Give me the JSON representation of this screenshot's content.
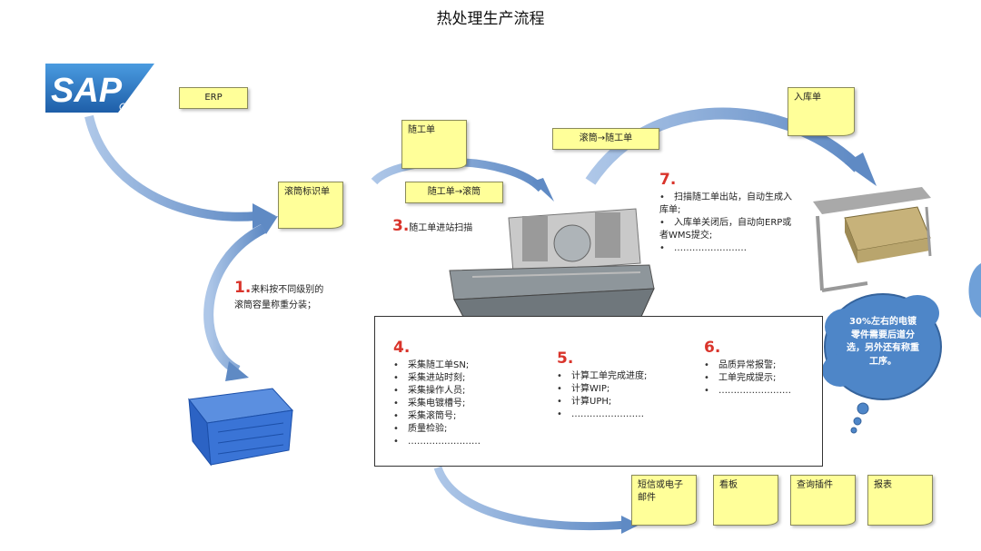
{
  "title": "热处理生产流程",
  "notes": {
    "erp": "ERP",
    "carrier_label": "滚筒标识单",
    "follow_card": "随工单",
    "follow_to_drum": "随工单→滚筒",
    "drum_to_follow": "滚筒→随工单",
    "warehouse_slip": "入库单",
    "sms": "短信或电子邮件",
    "kanban": "看板",
    "query_plugin": "查询插件",
    "report": "报表"
  },
  "steps": {
    "s1": {
      "num": "1.",
      "text": "来料按不同级别的滚筒容量称重分装；"
    },
    "s3": {
      "num": "3.",
      "text": "随工单进站扫描"
    },
    "s4": {
      "num": "4.",
      "items": [
        "采集随工单SN;",
        "采集进站时刻;",
        "采集操作人员;",
        "采集电镀槽号;",
        "采集滚筒号;",
        "质量检验;",
        "……………………"
      ]
    },
    "s5": {
      "num": "5.",
      "items": [
        "计算工单完成进度;",
        "计算WIP;",
        "计算UPH;",
        "……………………"
      ]
    },
    "s6": {
      "num": "6.",
      "items": [
        "品质异常报警;",
        "工单完成提示;",
        "……………………"
      ]
    },
    "s7": {
      "num": "7.",
      "items": [
        "扫描随工单出站，自动生成入库单;",
        "入库单关闭后，自动向ERP或者WMS提交;",
        "……………………"
      ]
    }
  },
  "cloud": "30%左右的电镀零件需要后道分选，另外还有称重工序。",
  "colors": {
    "arrow": "#6f97cc",
    "note": "#ffff99",
    "sap": "#2a6fc0",
    "cloud": "#4e86c8",
    "step_number": "#d9342b"
  }
}
